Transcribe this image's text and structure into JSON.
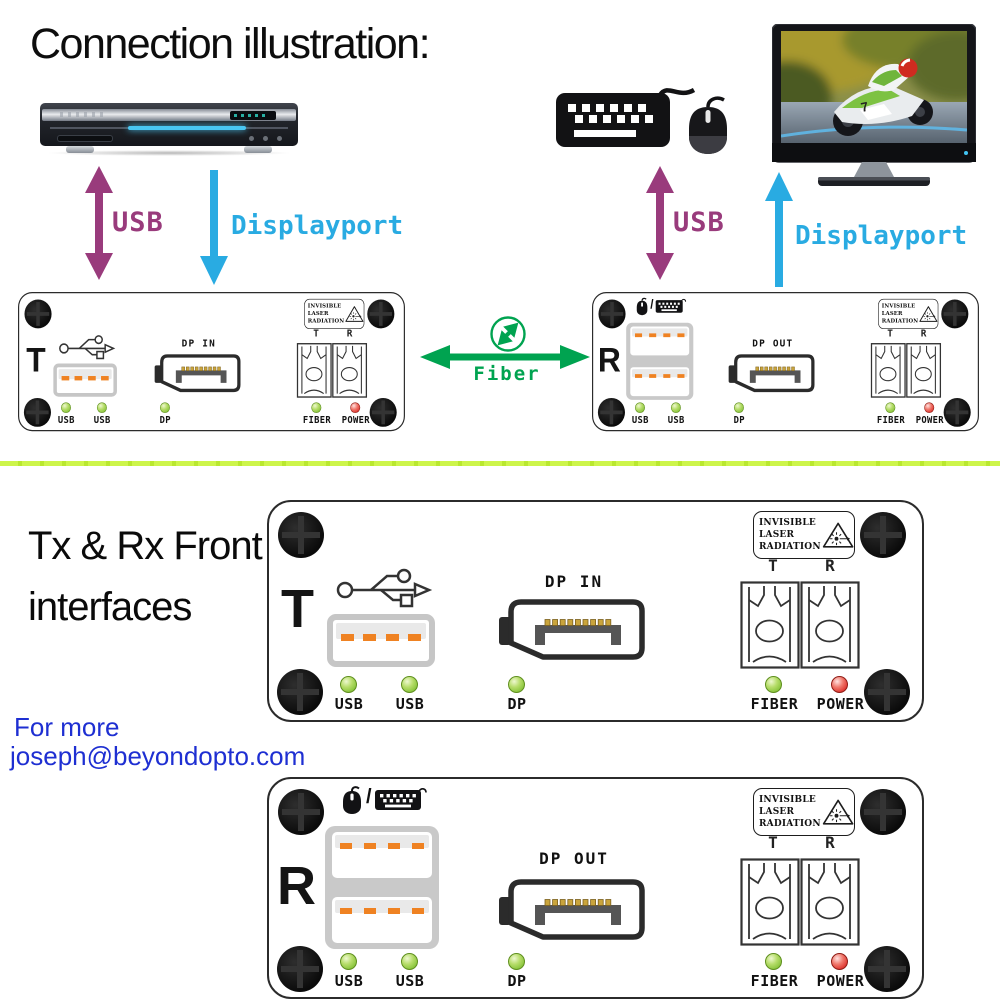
{
  "title": "Connection illustration:",
  "colors": {
    "usb_arrow": "#993b7c",
    "displayport_arrow": "#29abe2",
    "fiber_green": "#00a350",
    "divider": "#c9f043",
    "contact_blue": "#1e2fd2",
    "led_green": "#8cc63f",
    "led_red": "#e03a34",
    "usb_pin_orange": "#ef8222"
  },
  "connections": {
    "left_usb": "USB",
    "left_displayport": "Displayport",
    "right_usb": "USB",
    "right_displayport": "Displayport",
    "fiber": "Fiber"
  },
  "section": {
    "title_line1": "Tx & Rx Front",
    "title_line2": "interfaces"
  },
  "contact": {
    "line1": "For more",
    "line2": "joseph@beyondopto.com"
  },
  "tv": {
    "bike_number": "7"
  },
  "panels": {
    "small_t": {
      "device": "T",
      "dp_port": "DP IN",
      "laser_line1": "INVISIBLE",
      "laser_line2": "LASER",
      "laser_line3": "RADIATION",
      "fiber_t": "T",
      "fiber_r": "R",
      "led_usb1": "USB",
      "led_usb2": "USB",
      "led_dp": "DP",
      "led_fiber": "FIBER",
      "led_power": "POWER"
    },
    "small_r": {
      "device": "R",
      "dp_port": "DP OUT",
      "input_sep": "/",
      "laser_line1": "INVISIBLE",
      "laser_line2": "LASER",
      "laser_line3": "RADIATION",
      "fiber_t": "T",
      "fiber_r": "R",
      "led_usb1": "USB",
      "led_usb2": "USB",
      "led_dp": "DP",
      "led_fiber": "FIBER",
      "led_power": "POWER"
    },
    "large_t": {
      "device": "T",
      "dp_port": "DP IN",
      "laser_line1": "INVISIBLE",
      "laser_line2": "LASER",
      "laser_line3": "RADIATION",
      "fiber_t": "T",
      "fiber_r": "R",
      "led_usb1": "USB",
      "led_usb2": "USB",
      "led_dp": "DP",
      "led_fiber": "FIBER",
      "led_power": "POWER"
    },
    "large_r": {
      "device": "R",
      "dp_port": "DP OUT",
      "input_sep": "/",
      "laser_line1": "INVISIBLE",
      "laser_line2": "LASER",
      "laser_line3": "RADIATION",
      "fiber_t": "T",
      "fiber_r": "R",
      "led_usb1": "USB",
      "led_usb2": "USB",
      "led_dp": "DP",
      "led_fiber": "FIBER",
      "led_power": "POWER"
    }
  }
}
